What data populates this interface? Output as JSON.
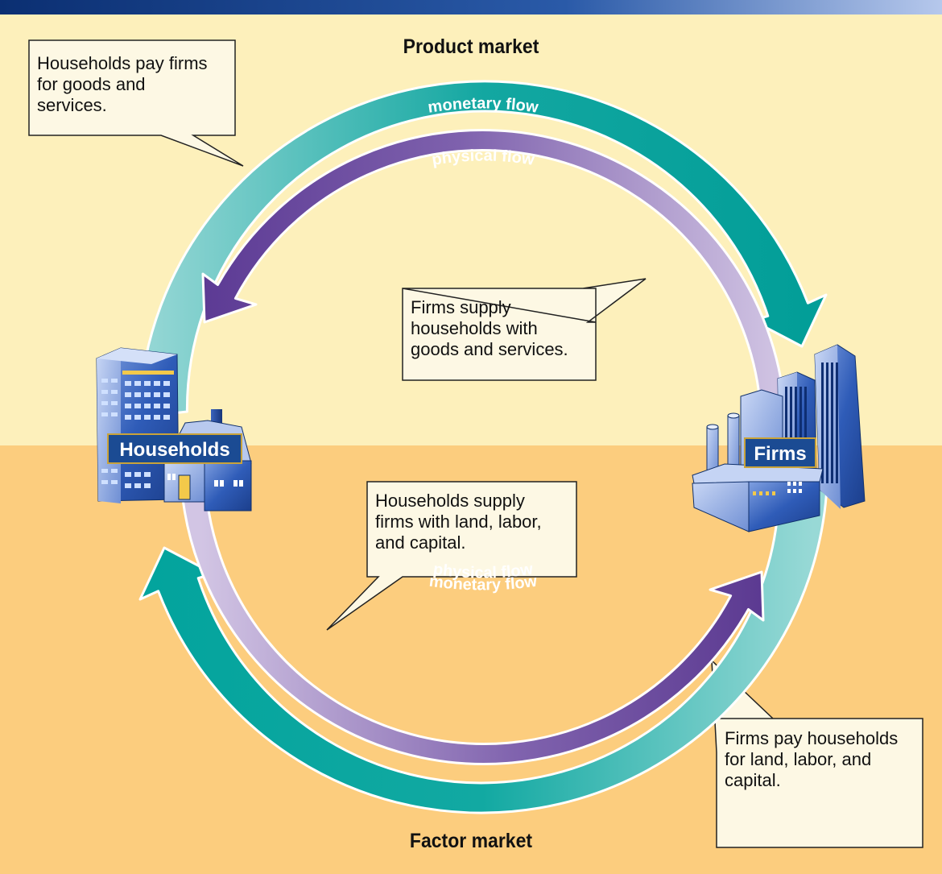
{
  "markets": {
    "product": "Product market",
    "factor": "Factor market"
  },
  "nodes": {
    "households": "Households",
    "firms": "Firms"
  },
  "flows": {
    "monetary_top": "monetary flow",
    "physical_top": "physical flow",
    "physical_bottom": "physical flow",
    "monetary_bottom": "monetary flow"
  },
  "callouts": {
    "households_pay": "Households pay firms\nfor goods and\nservices.",
    "firms_supply": "Firms supply\nhouseholds with\ngoods and services.",
    "households_supply": "Households supply\nfirms with land, labor,\nand capital.",
    "firms_pay": "Firms pay households\nfor land, labor, and\ncapital."
  },
  "colors": {
    "product_market_bg": "#fdf0bb",
    "factor_market_bg": "#fccd7e",
    "monetary_flow": "#03a49d",
    "physical_flow": "#5c3a94",
    "label_bg": "#1b4b93",
    "label_border": "#c9a33a",
    "header_strip": "#0b2f72"
  },
  "icons": [
    "households-building-icon",
    "house-icon",
    "firms-building-icon",
    "factory-icon"
  ]
}
